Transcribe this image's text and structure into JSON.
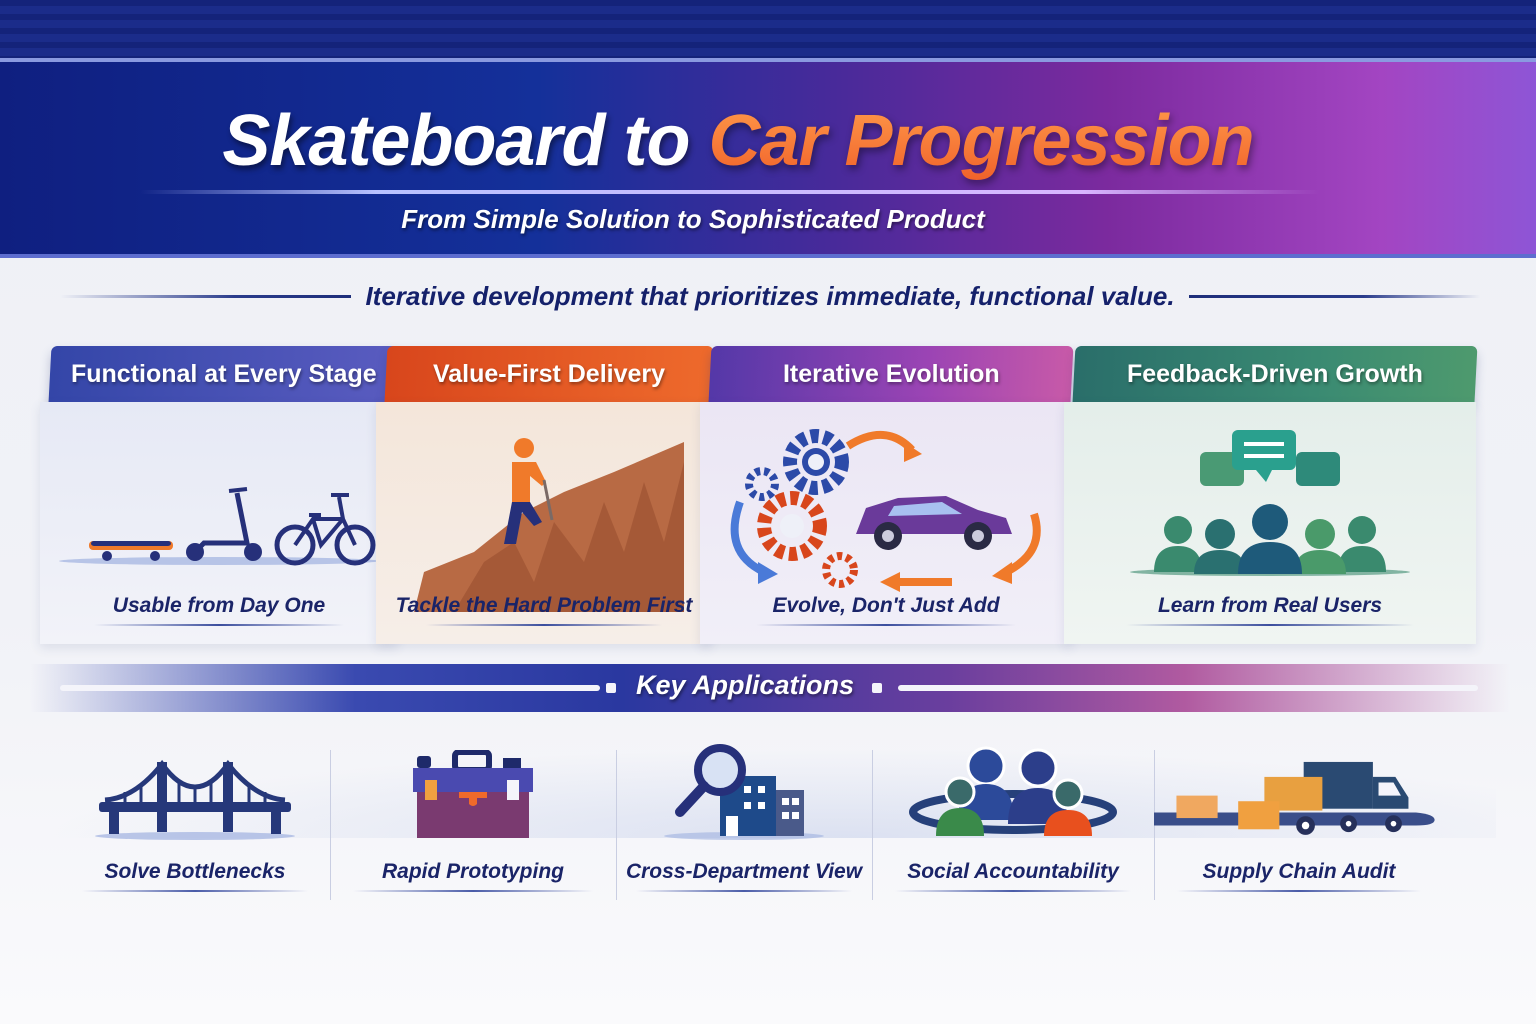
{
  "header": {
    "title_main": "Skateboard to ",
    "title_accent": "Car Progression",
    "subtitle": "From Simple Solution to Sophisticated Product"
  },
  "tagline": "Iterative development that prioritizes immediate, functional value.",
  "colors": {
    "navy": "#15216b",
    "banner_start": "#0f1f80",
    "banner_end": "#a345c2",
    "accent_orange": "#f0612a",
    "card1_head": "#3e4fb0",
    "card2_head": "#e2521e",
    "card3_head": "#8a3fb0",
    "card4_head": "#2f7f6e"
  },
  "cards": [
    {
      "title": "Functional at Every Stage",
      "caption": "Usable from Day One",
      "icon": "skateboard-scooter-bicycle-icon"
    },
    {
      "title": "Value-First Delivery",
      "caption": "Tackle the Hard Problem First",
      "icon": "climber-on-cliff-icon"
    },
    {
      "title": "Iterative Evolution",
      "caption": "Evolve, Don't Just Add",
      "icon": "gears-car-cycle-icon"
    },
    {
      "title": "Feedback-Driven Growth",
      "caption": "Learn from Real Users",
      "icon": "user-group-feedback-icon"
    }
  ],
  "key_applications": {
    "title": "Key Applications",
    "items": [
      {
        "label": "Solve Bottlenecks",
        "icon": "bridge-icon"
      },
      {
        "label": "Rapid Prototyping",
        "icon": "toolbox-icon"
      },
      {
        "label": "Cross-Department View",
        "icon": "magnifier-building-icon"
      },
      {
        "label": "Social Accountability",
        "icon": "people-circle-icon"
      },
      {
        "label": "Supply Chain Audit",
        "icon": "delivery-truck-boxes-icon"
      }
    ]
  }
}
